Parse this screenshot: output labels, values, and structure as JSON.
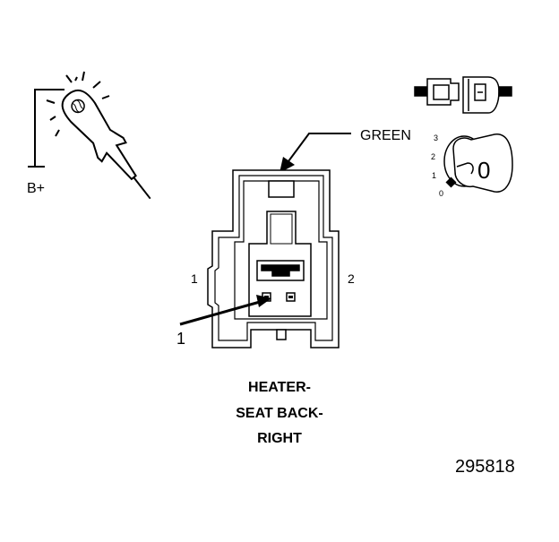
{
  "labels": {
    "power": "B+",
    "wire_color": "GREEN",
    "pin_left": "1",
    "pin_right": "2",
    "callout": "1"
  },
  "title_lines": [
    "HEATER-",
    "SEAT BACK-",
    "RIGHT"
  ],
  "figure_number": "295818",
  "ignition": {
    "positions": [
      "3",
      "2",
      "1",
      "0"
    ],
    "key_position": "0"
  },
  "icons": [
    "test-light-probe-icon",
    "connector-pair-icon",
    "ignition-switch-icon"
  ]
}
